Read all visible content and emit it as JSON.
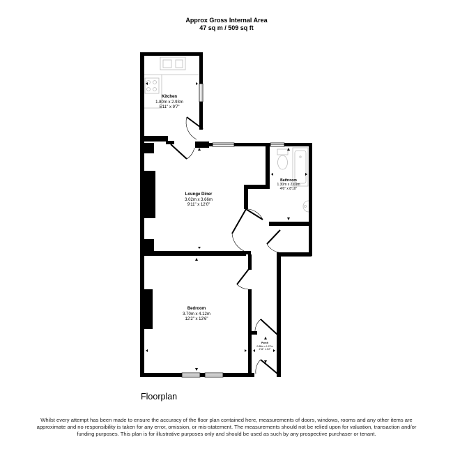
{
  "header": {
    "line1": "Approx Gross Internal Area",
    "line2": "47 sq m / 509 sq ft"
  },
  "rooms": {
    "kitchen": {
      "name": "Kitchen",
      "metric": "1.80m x 2.93m",
      "imperial": "5'11\" x 9'7\""
    },
    "lounge": {
      "name": "Lounge Diner",
      "metric": "3.02m x 3.66m",
      "imperial": "9'11\" x 12'0\""
    },
    "bathroom": {
      "name": "Bathroom",
      "metric": "1.30m x 2.69m",
      "imperial": "4'6\" x 8'10\""
    },
    "bedroom": {
      "name": "Bedroom",
      "metric": "3.70m x 4.12m",
      "imperial": "12'2\" x 13'6\""
    },
    "porch": {
      "name": "Porch",
      "metric": "0.88m x 1.27m",
      "imperial": "2'11\" x 4'2\""
    }
  },
  "plan_title": "Floorplan",
  "disclaimer": "Whilst every attempt has been made to ensure the accuracy of the floor plan contained here, measurements of doors, windows, rooms and any other items are approximate and no responsibility is taken for any error, omission, or mis-statement. The measurements should not be relied upon for valuation, transaction and/or funding purposes. This plan is for illustrative purposes only and should be used as such by any prospective purchaser or tenant.",
  "colors": {
    "wall": "#000000",
    "fixture": "#bbbbbb",
    "background": "#ffffff"
  }
}
